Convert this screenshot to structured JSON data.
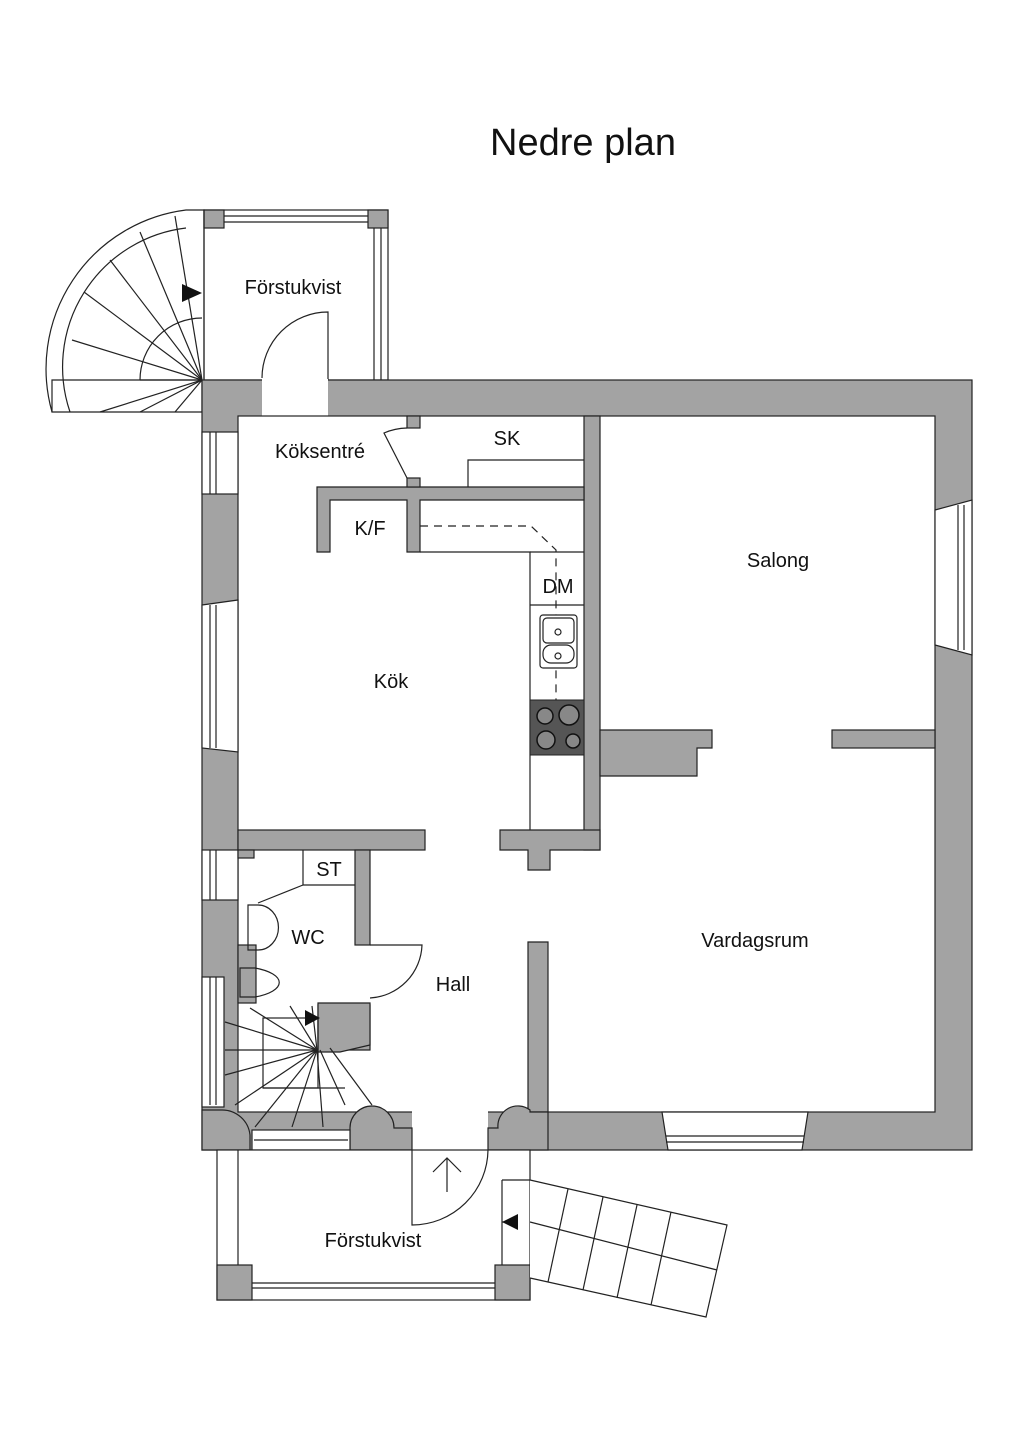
{
  "title": "Nedre plan",
  "rooms": {
    "forstukvist_top": "Förstukvist",
    "koksentre": "Köksentré",
    "sk": "SK",
    "kf": "K/F",
    "dm": "DM",
    "kok": "Kök",
    "salong": "Salong",
    "st": "ST",
    "wc": "WC",
    "hall": "Hall",
    "vardagsrum": "Vardagsrum",
    "forstukvist_bottom": "Förstukvist"
  },
  "colors": {
    "wall": "#a3a3a3",
    "line": "#222222",
    "stove": "#555555"
  }
}
